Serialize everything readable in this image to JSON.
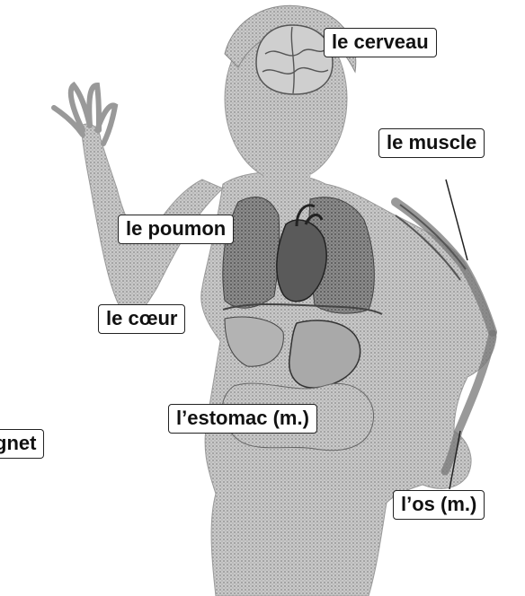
{
  "labels": {
    "brain": "le cerveau",
    "muscle": "le muscle",
    "lung": "le poumon",
    "heart": "le cœur",
    "stomach": "l’estomac (m.)",
    "bone": "l’os (m.)",
    "wrist_partial": "gnet"
  },
  "colors": {
    "background": "#ffffff",
    "label_border": "#222222",
    "figure_gray": "#bdbdbd",
    "lung_gray": "#8f8f8f",
    "heart_gray": "#5f5f5f"
  }
}
